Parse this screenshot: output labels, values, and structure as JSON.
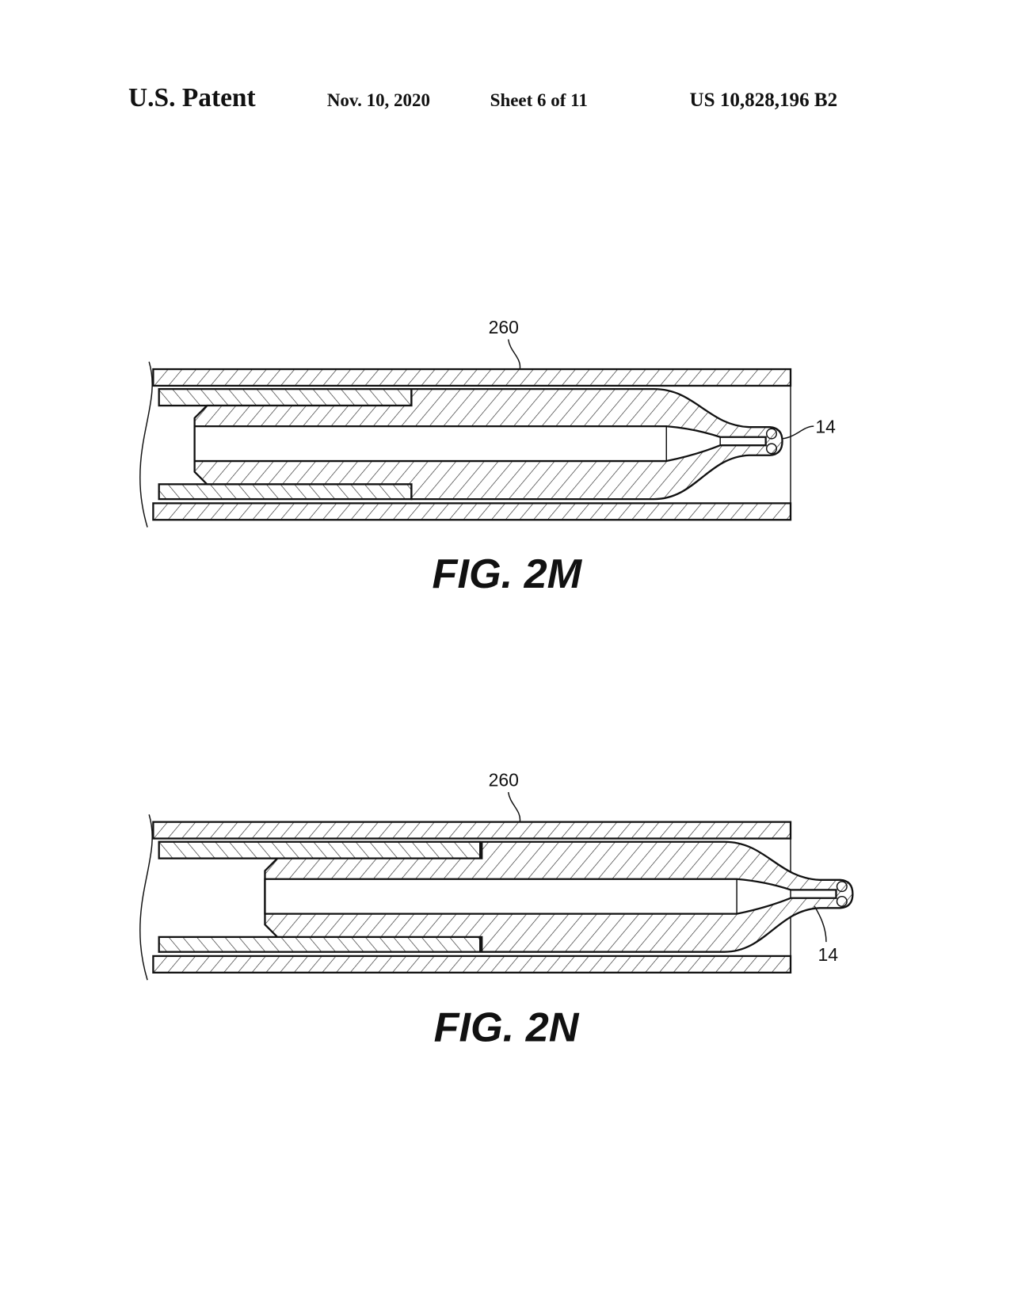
{
  "header": {
    "patent_label": "U.S. Patent",
    "date": "Nov. 10, 2020",
    "sheet": "Sheet 6 of 11",
    "patent_number": "US 10,828,196 B2"
  },
  "figures": [
    {
      "caption": "FIG. 2M",
      "ref_labels": [
        "260",
        "14"
      ]
    },
    {
      "caption": "FIG. 2N",
      "ref_labels": [
        "260",
        "14"
      ]
    }
  ]
}
